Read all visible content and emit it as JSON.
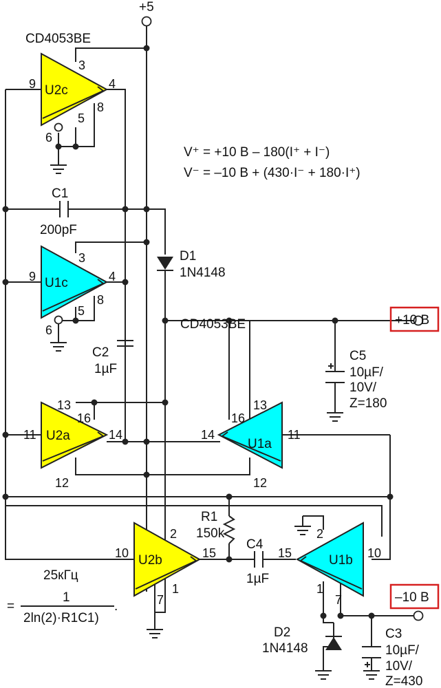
{
  "colors": {
    "yellow_switch": "#ffff00",
    "cyan_switch": "#00ffff",
    "wire": "#222222",
    "callout_border": "#d62020"
  },
  "supply_label": "+5",
  "chip_labels": [
    "CD4053BE",
    "CD4053BE"
  ],
  "formulas": {
    "v_plus": "V⁺ = +10 В – 180(I⁺ + I⁻)",
    "v_minus": "V⁻ = –10 В + (430·I⁻ + 180·I⁺)"
  },
  "outputs": {
    "positive": "+10 В",
    "negative": "–10 В"
  },
  "switches": [
    {
      "id": "U2c",
      "pins": [
        "9",
        "3",
        "4",
        "8",
        "5",
        "6"
      ]
    },
    {
      "id": "U1c",
      "pins": [
        "9",
        "3",
        "4",
        "8",
        "5",
        "6"
      ]
    },
    {
      "id": "U2a",
      "pins": [
        "11",
        "13",
        "16",
        "14",
        "12"
      ]
    },
    {
      "id": "U1a",
      "pins": [
        "14",
        "16",
        "13",
        "11",
        "12"
      ]
    },
    {
      "id": "U2b",
      "pins": [
        "10",
        "2",
        "15",
        "7",
        "1"
      ]
    },
    {
      "id": "U1b",
      "pins": [
        "15",
        "2",
        "10",
        "1",
        "7"
      ]
    }
  ],
  "components": {
    "c1": {
      "name": "C1",
      "value": "200pF"
    },
    "c2": {
      "name": "C2",
      "value": "1µF"
    },
    "c3": {
      "name": "C3",
      "v1": "10µF/",
      "v2": "10V/",
      "v3": "Z=430"
    },
    "c4": {
      "name": "C4",
      "value": "1µF"
    },
    "c5": {
      "name": "C5",
      "v1": "10µF/",
      "v2": "10V/",
      "v3": "Z=180"
    },
    "r1": {
      "name": "R1",
      "value": "150k"
    },
    "d1": {
      "name": "D1",
      "value": "1N4148"
    },
    "d2": {
      "name": "D2",
      "value": "1N4148"
    }
  },
  "frequency": {
    "label": "25кГц",
    "equals": "=",
    "numerator": "1",
    "denominator": "2ln(2)·R1C1)",
    "period": "."
  }
}
